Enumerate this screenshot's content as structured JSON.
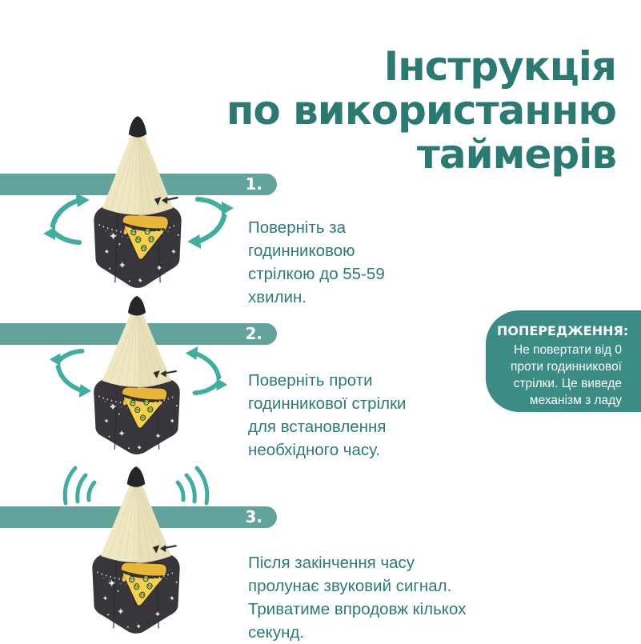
{
  "page": {
    "background": "#ffffff",
    "language": "uk"
  },
  "title": {
    "lines": [
      "Інструкція",
      "по використанню",
      "таймерів"
    ],
    "full_text": "Інструкція по використанню таймерів"
  },
  "steps": [
    {
      "number": "1.",
      "text": "Поверніть за годинниковою стрілкою до 55-59 хвилин.",
      "illustration": "pencil-timer",
      "decoration": "rotate-clockwise-arrows"
    },
    {
      "number": "2.",
      "text": "Поверніть проти годинникової стрілки для встановлення необхідного часу.",
      "illustration": "pencil-timer",
      "decoration": "rotate-counterclockwise-arrows"
    },
    {
      "number": "3.",
      "text": "Після закінчення часу пролунає звуковий сигнал. Триватиме впродовж кількох секунд.",
      "illustration": "pencil-timer",
      "decoration": "sound-waves"
    }
  ],
  "warning": {
    "header": "ПОПЕРЕДЖЕННЯ:",
    "body": "Не повертати від 0 проти годинникової стрілки. Це виведе механізм з ладу"
  },
  "icons": {
    "pencil-timer": "space pencil kitchen timer with pizza-alien sticker",
    "rotate-arrows": "curved teal rotation arrows",
    "sound-waves": "teal ringing arcs"
  },
  "colors": {
    "title_text": "#2a7a72",
    "step_text": "#2b7d74",
    "ribbon": "#62a39b",
    "ribbon_number": "#ffffff",
    "warning_bg": "#3a8c84",
    "warning_text": "#ffffff",
    "accent_arrows": "#3fae9e",
    "pencil_body": "#38363b",
    "pencil_wood": "#efe7c2",
    "pencil_tip": "#26262a",
    "pizza": "#f7d049",
    "pizza_crust": "#e9b637",
    "alien": "#9cca41"
  }
}
